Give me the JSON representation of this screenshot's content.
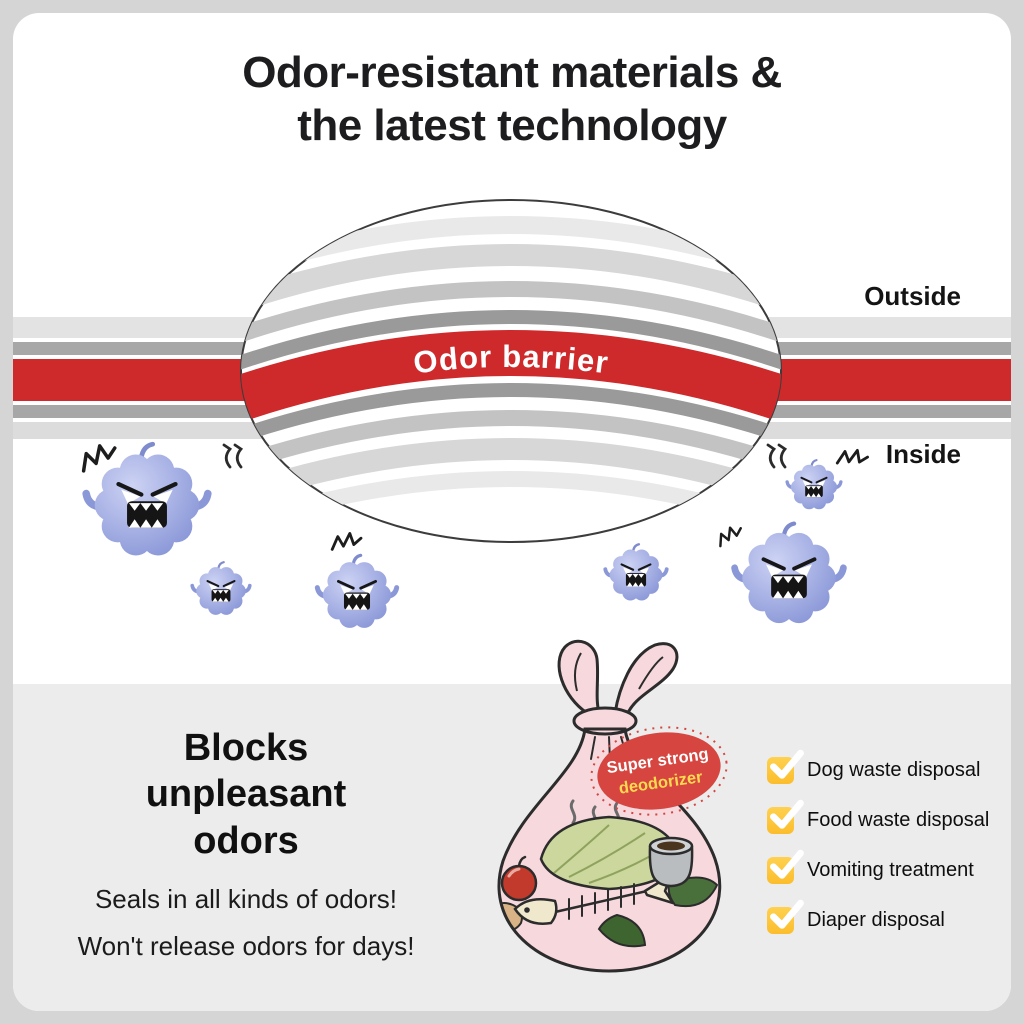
{
  "title": {
    "line1": "Odor-resistant materials &",
    "line2": "the latest technology"
  },
  "diagram": {
    "outside_label": "Outside",
    "inside_label": "Inside",
    "barrier_label": "Odor barrier"
  },
  "info": {
    "heading_line1": "Blocks",
    "heading_line2": "unpleasant",
    "heading_line3": "odors",
    "sub_line1": "Seals in all kinds of odors!",
    "sub_line2": "Won't release odors for days!"
  },
  "badge": {
    "line1": "Super strong",
    "line2": "deodorizer"
  },
  "checklist": {
    "items": [
      "Dog waste disposal",
      "Food waste disposal",
      "Vomiting treatment",
      "Diaper disposal"
    ]
  },
  "colors": {
    "barrier_red": "#ce2a2c",
    "layer_gray_dark": "#9a9a9a",
    "layer_gray_mid": "#c3c3c3",
    "layer_gray_light": "#d7d7d7",
    "monster_purple": "#8b98d8",
    "bag_pink": "#f6d8dd",
    "badge_red": "#d6453f",
    "check_yellow": "#ffc83d",
    "panel_gray": "#ececec"
  }
}
